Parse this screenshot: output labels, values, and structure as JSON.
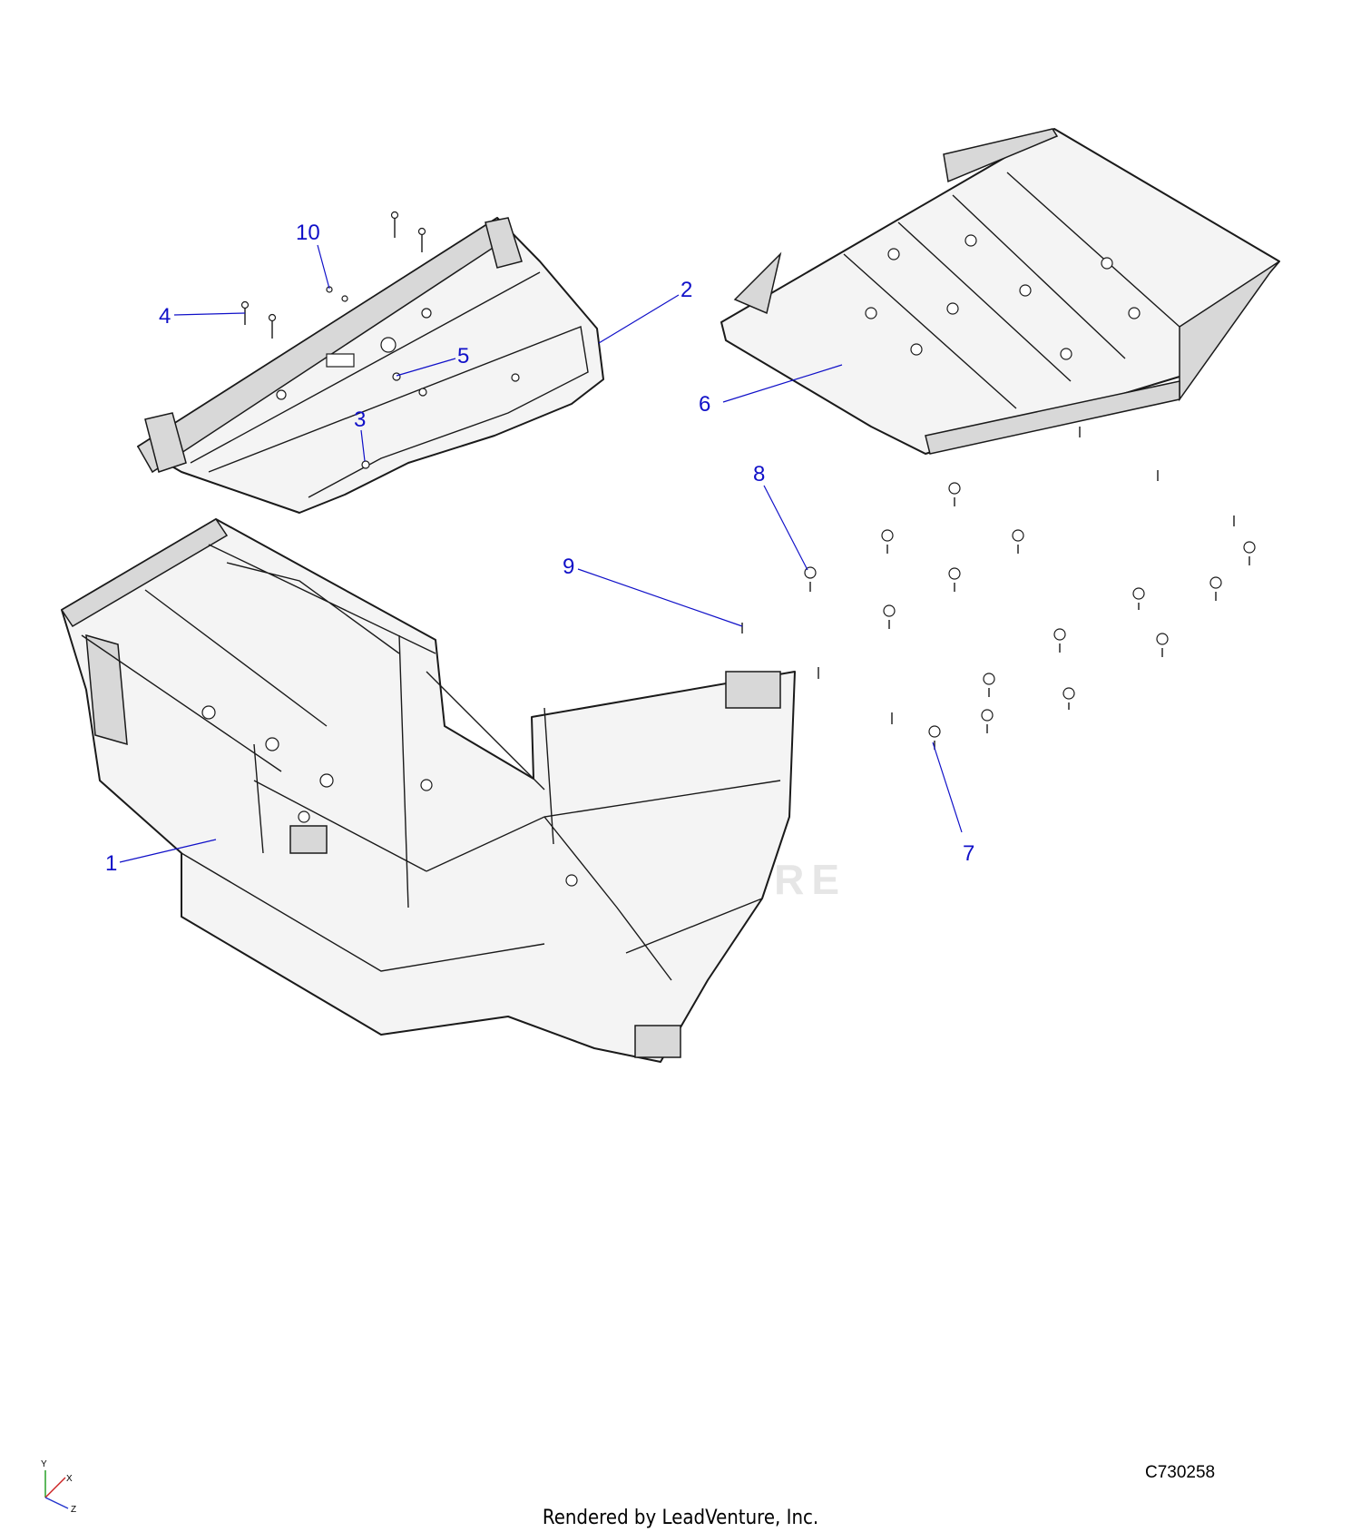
{
  "callouts": [
    {
      "id": "c1",
      "label": "1"
    },
    {
      "id": "c2",
      "label": "2"
    },
    {
      "id": "c3",
      "label": "3"
    },
    {
      "id": "c4",
      "label": "4"
    },
    {
      "id": "c5",
      "label": "5"
    },
    {
      "id": "c6",
      "label": "6"
    },
    {
      "id": "c7",
      "label": "7"
    },
    {
      "id": "c8",
      "label": "8"
    },
    {
      "id": "c9",
      "label": "9"
    },
    {
      "id": "c10",
      "label": "10"
    }
  ],
  "axis_indicator": {
    "y": "Y",
    "x": "X",
    "z": "Z"
  },
  "watermark_text": "LEADVENTURE",
  "drawing_code": "C730258",
  "footer": "Rendered by LeadVenture, Inc.",
  "colors": {
    "callout": "#1010c8",
    "axis_y": "#1a9a1a",
    "axis_x": "#cc2222",
    "axis_z": "#2233cc"
  }
}
